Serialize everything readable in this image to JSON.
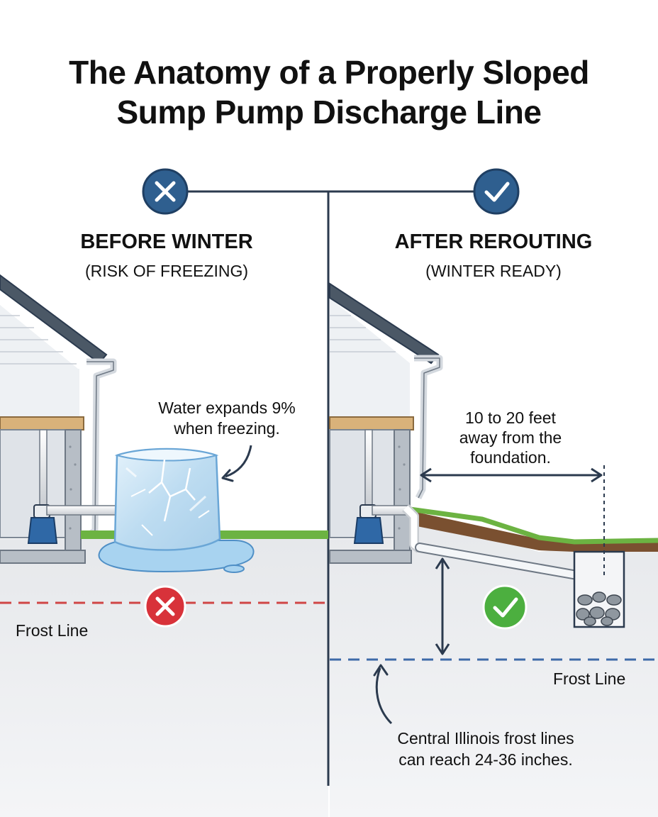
{
  "title": {
    "line1": "The Anatomy of a Properly Sloped",
    "line2": "Sump Pump Discharge Line"
  },
  "left_panel": {
    "status_icon": "x-mark-icon",
    "heading": "BEFORE WINTER",
    "subheading": "(RISK OF FREEZING)",
    "callout_line1": "Water expands 9%",
    "callout_line2": "when freezing.",
    "frost_label": "Frost Line",
    "marker_icon": "x-mark-icon"
  },
  "right_panel": {
    "status_icon": "check-mark-icon",
    "heading": "AFTER REROUTING",
    "subheading": "(WINTER READY)",
    "distance_line1": "10 to 20 feet",
    "distance_line2": "away from the",
    "distance_line3": "foundation.",
    "frost_label": "Frost Line",
    "marker_icon": "check-mark-icon",
    "depth_note_line1": "Central Illinois frost lines",
    "depth_note_line2": "can reach 24-36 inches."
  },
  "colors": {
    "header_badge": "#2f5f8f",
    "dark_line": "#2b3a4e",
    "error_red": "#d8323a",
    "success_green": "#4caf3f",
    "frost_red": "#d04545",
    "frost_blue": "#3d6aa8",
    "grass": "#6cb342",
    "soil": "#7a5030",
    "ground": "#e9ebee",
    "ice": "#cfe6f6"
  }
}
